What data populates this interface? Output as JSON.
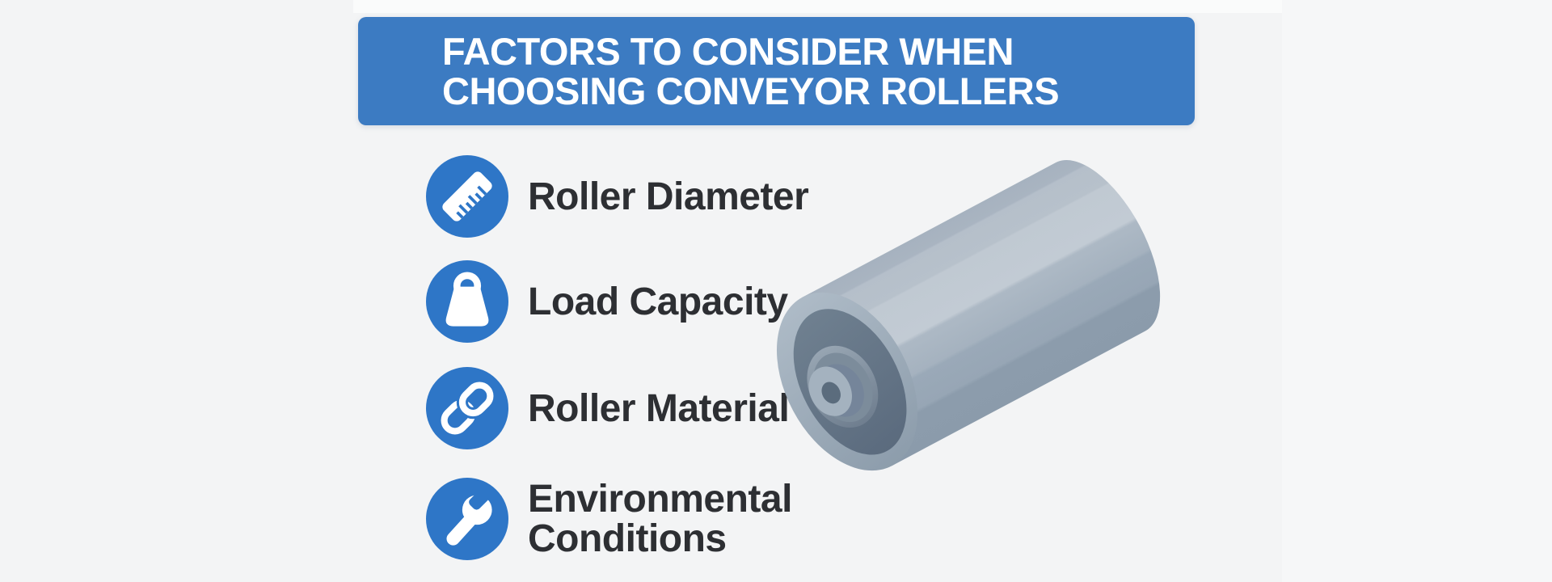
{
  "page": {
    "background_color": "#f6f7f8",
    "art_area_color": "#f3f4f5"
  },
  "header": {
    "title_line1": "FACTORS TO CONSIDER WHEN",
    "title_line2": "CHOOSING CONVEYOR ROLLERS",
    "background_color": "#3c7bc2",
    "text_color": "#ffffff"
  },
  "factors": [
    {
      "icon": "ruler-icon",
      "label": "Roller Diameter"
    },
    {
      "icon": "weight-icon",
      "label": "Load Capacity"
    },
    {
      "icon": "chain-link-icon",
      "label": "Roller Material"
    },
    {
      "icon": "wrench-icon",
      "label": "Environmental\nConditions"
    }
  ],
  "colors": {
    "icon_circle": "#2e76c7",
    "icon_glyph": "#ffffff",
    "label_text": "#2d2f33",
    "roller_body_highlight": "#c2cbd4",
    "roller_body_shadow": "#8b9bab",
    "roller_rim": "#9aa9b6",
    "roller_face": "#62descr7283"
  },
  "illustration": {
    "name": "conveyor-roller",
    "description": "Angled gray steel conveyor roller with end cap, bearing hub and axle stub"
  }
}
